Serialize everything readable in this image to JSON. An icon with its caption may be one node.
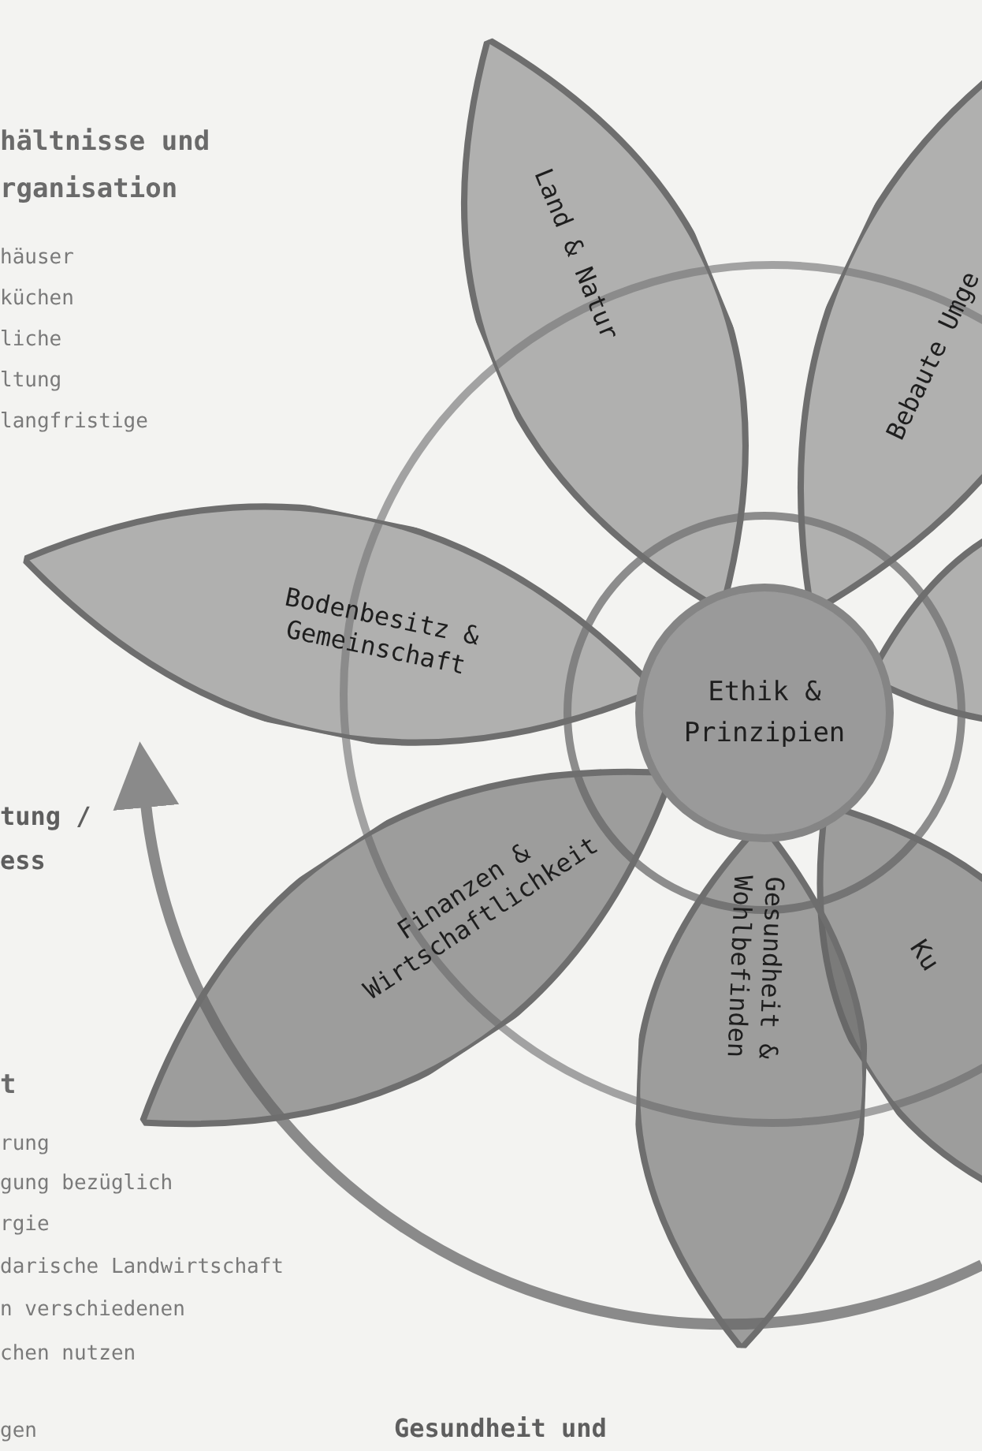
{
  "diagram": {
    "nodes": [
      {
        "text": [
          "Land & Natur"
        ]
      },
      {
        "text": [
          "Bebaute Umge"
        ]
      },
      {
        "text": [
          "Bodenbesitz & Gemeinschaft"
        ]
      },
      {
        "text": [
          "Ethik & Prinzipien"
        ]
      },
      {
        "text": [],
        "shape": "leaf"
      },
      {
        "text": [
          "Finanzen & Wirtschaftlichkeit"
        ]
      },
      {
        "text": [
          "Ku"
        ]
      },
      {
        "text": [
          "Gesundheit & Wohlbefinden"
        ]
      }
    ],
    "labels": [
      "hältnisse und",
      "rganisation",
      "häuser",
      "küchen",
      "liche",
      "ltung",
      "langfristige",
      "tung /",
      "ess",
      "t",
      "rung",
      "gung bezüglich",
      "rgie",
      "darische Landwirtschaft",
      "n verschiedenen",
      "chen nutzen",
      "gen",
      "Gesundheit und"
    ]
  }
}
